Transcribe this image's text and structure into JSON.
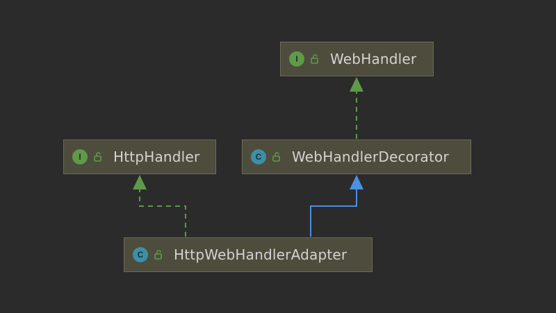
{
  "diagram": {
    "nodes": [
      {
        "id": "webhandler",
        "kind": "interface",
        "badge": "I",
        "visibility": "public-icon",
        "label": "WebHandler"
      },
      {
        "id": "httphandler",
        "kind": "interface",
        "badge": "I",
        "visibility": "public-icon",
        "label": "HttpHandler"
      },
      {
        "id": "webhandlerdecorator",
        "kind": "class",
        "badge": "C",
        "visibility": "public-icon",
        "label": "WebHandlerDecorator"
      },
      {
        "id": "httpwebhandleradapter",
        "kind": "class",
        "badge": "C",
        "visibility": "public-icon",
        "label": "HttpWebHandlerAdapter"
      }
    ],
    "edges": [
      {
        "from": "webhandlerdecorator",
        "to": "webhandler",
        "type": "implements",
        "style": "dashed",
        "color": "#5f9a4a"
      },
      {
        "from": "httpwebhandleradapter",
        "to": "httphandler",
        "type": "implements",
        "style": "dashed",
        "color": "#5f9a4a"
      },
      {
        "from": "httpwebhandleradapter",
        "to": "webhandlerdecorator",
        "type": "extends",
        "style": "solid",
        "color": "#4d8fe0"
      }
    ]
  },
  "colors": {
    "background": "#2b2b2b",
    "node_fill": "#4e4c3c",
    "node_border": "#6c6a5a",
    "interface_badge": "#5f9a4a",
    "class_badge": "#3d8fa6",
    "implements_arrow": "#5f9a4a",
    "extends_arrow": "#4d8fe0"
  }
}
